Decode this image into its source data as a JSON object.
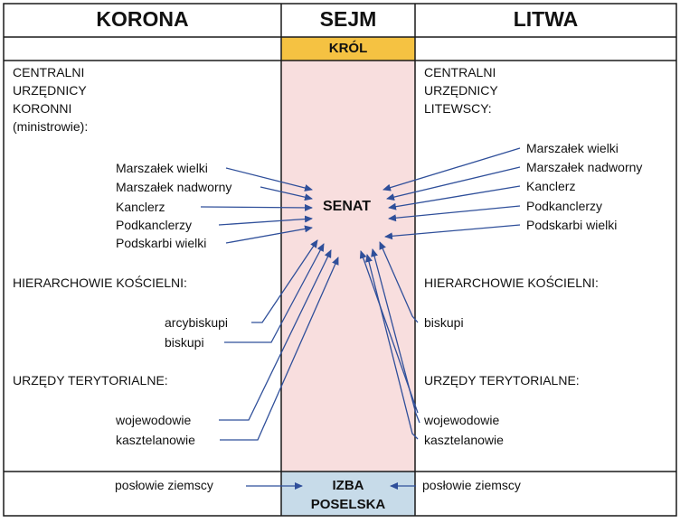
{
  "headers": {
    "korona": "KORONA",
    "sejm": "SEJM",
    "litwa": "LITWA"
  },
  "krol": "KRÓL",
  "senat": "SENAT",
  "izba": [
    "IZBA",
    "POSELSKA"
  ],
  "korona_col": {
    "central_title": [
      "CENTRALNI",
      "URZĘDNICY",
      "KORONNI",
      "(ministrowie):"
    ],
    "officials": [
      "Marszałek wielki",
      "Marszałek nadworny",
      "Kanclerz",
      "Podkanclerzy",
      "Podskarbi wielki"
    ],
    "church_title": "HIERARCHOWIE KOŚCIELNI:",
    "church": [
      "arcybiskupi",
      "biskupi"
    ],
    "terr_title": "URZĘDY TERYTORIALNE:",
    "terr": [
      "wojewodowie",
      "kasztelanowie"
    ],
    "deputies": "posłowie ziemscy"
  },
  "litwa_col": {
    "central_title": [
      "CENTRALNI",
      "URZĘDNICY",
      "LITEWSCY:"
    ],
    "officials": [
      "Marszałek wielki",
      "Marszałek nadworny",
      "Kanclerz",
      "Podkanclerzy",
      "Podskarbi wielki"
    ],
    "church_title": "HIERARCHOWIE KOŚCIELNI:",
    "church": [
      "biskupi"
    ],
    "terr_title": "URZĘDY TERYTORIALNE:",
    "terr": [
      "wojewodowie",
      "kasztelanowie"
    ],
    "deputies": "posłowie ziemscy"
  },
  "colors": {
    "sejm_bg": "#f8dede",
    "krol_bg": "#f5c242",
    "izba_bg": "#c7dbe9",
    "arrow": "#2f4f9a"
  }
}
